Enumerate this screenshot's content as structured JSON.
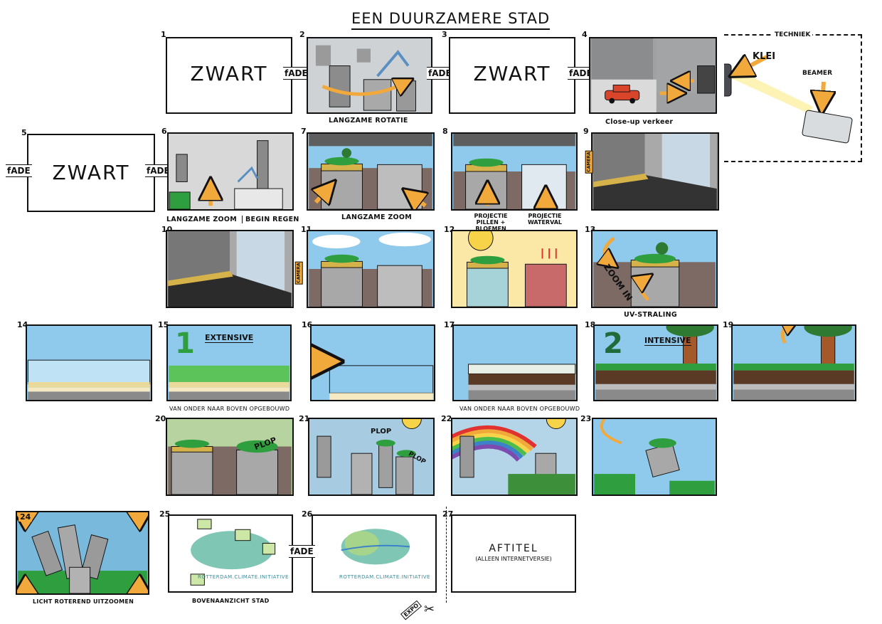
{
  "title": "EEN DUURZAMERE STAD",
  "fade_label": "fADE",
  "black_label": "ZWART",
  "panels": {
    "p1": {
      "num": "1"
    },
    "p2": {
      "num": "2",
      "caption": "LANGZAME ROTATIE"
    },
    "p3": {
      "num": "3"
    },
    "p4": {
      "num": "4",
      "caption": "Close-up verkeer"
    },
    "p5": {
      "num": "5"
    },
    "p6": {
      "num": "6",
      "caption_a": "LANGZAME ZOOM",
      "caption_b": "BEGIN REGEN"
    },
    "p7": {
      "num": "7",
      "caption": "LANGZAME ZOOM"
    },
    "p8": {
      "num": "8",
      "label_a": "Projectie Pillen + bloemen",
      "label_b": "Projectie waterval"
    },
    "p9": {
      "num": "9",
      "camera": "CAMERA"
    },
    "p10": {
      "num": "10",
      "camera": "CAMERA"
    },
    "p11": {
      "num": "11"
    },
    "p12": {
      "num": "12"
    },
    "p13": {
      "num": "13",
      "zoom": "ZOOM IN",
      "caption": "UV-STRALING"
    },
    "p14": {
      "num": "14"
    },
    "p15": {
      "num": "15",
      "big": "1",
      "word": "EXTENSIVE",
      "caption": "VAN ONDER NAAR BOVEN OPGEBOUWD"
    },
    "p16": {
      "num": "16"
    },
    "p17": {
      "num": "17",
      "caption": "VAN ONDER NAAR BOVEN OPGEBOUWD"
    },
    "p18": {
      "num": "18",
      "big": "2",
      "word": "INTENSIVE"
    },
    "p19": {
      "num": "19"
    },
    "p20": {
      "num": "20",
      "plop": "PLOP"
    },
    "p21": {
      "num": "21",
      "plop_a": "PLOP",
      "plop_b": "PLOP"
    },
    "p22": {
      "num": "22"
    },
    "p23": {
      "num": "23"
    },
    "p24": {
      "num": "24",
      "caption": "LICHT ROTEREND UITZOOMEN"
    },
    "p25": {
      "num": "25",
      "caption": "BOVENAANZICHT STAD",
      "logo": "ROTTERDAM.CLIMATE.INITIATIVE"
    },
    "p26": {
      "num": "26",
      "logo": "ROTTERDAM.CLIMATE.INITIATIVE"
    },
    "p27": {
      "num": "27",
      "title": "AFTITEL",
      "subtitle": "(ALLEEN INTERNETVERSIE)",
      "expo": "EXPO"
    }
  },
  "technique": {
    "label": "TECHNIEK",
    "clay": "KLEi",
    "beamer": "BEAMER"
  }
}
